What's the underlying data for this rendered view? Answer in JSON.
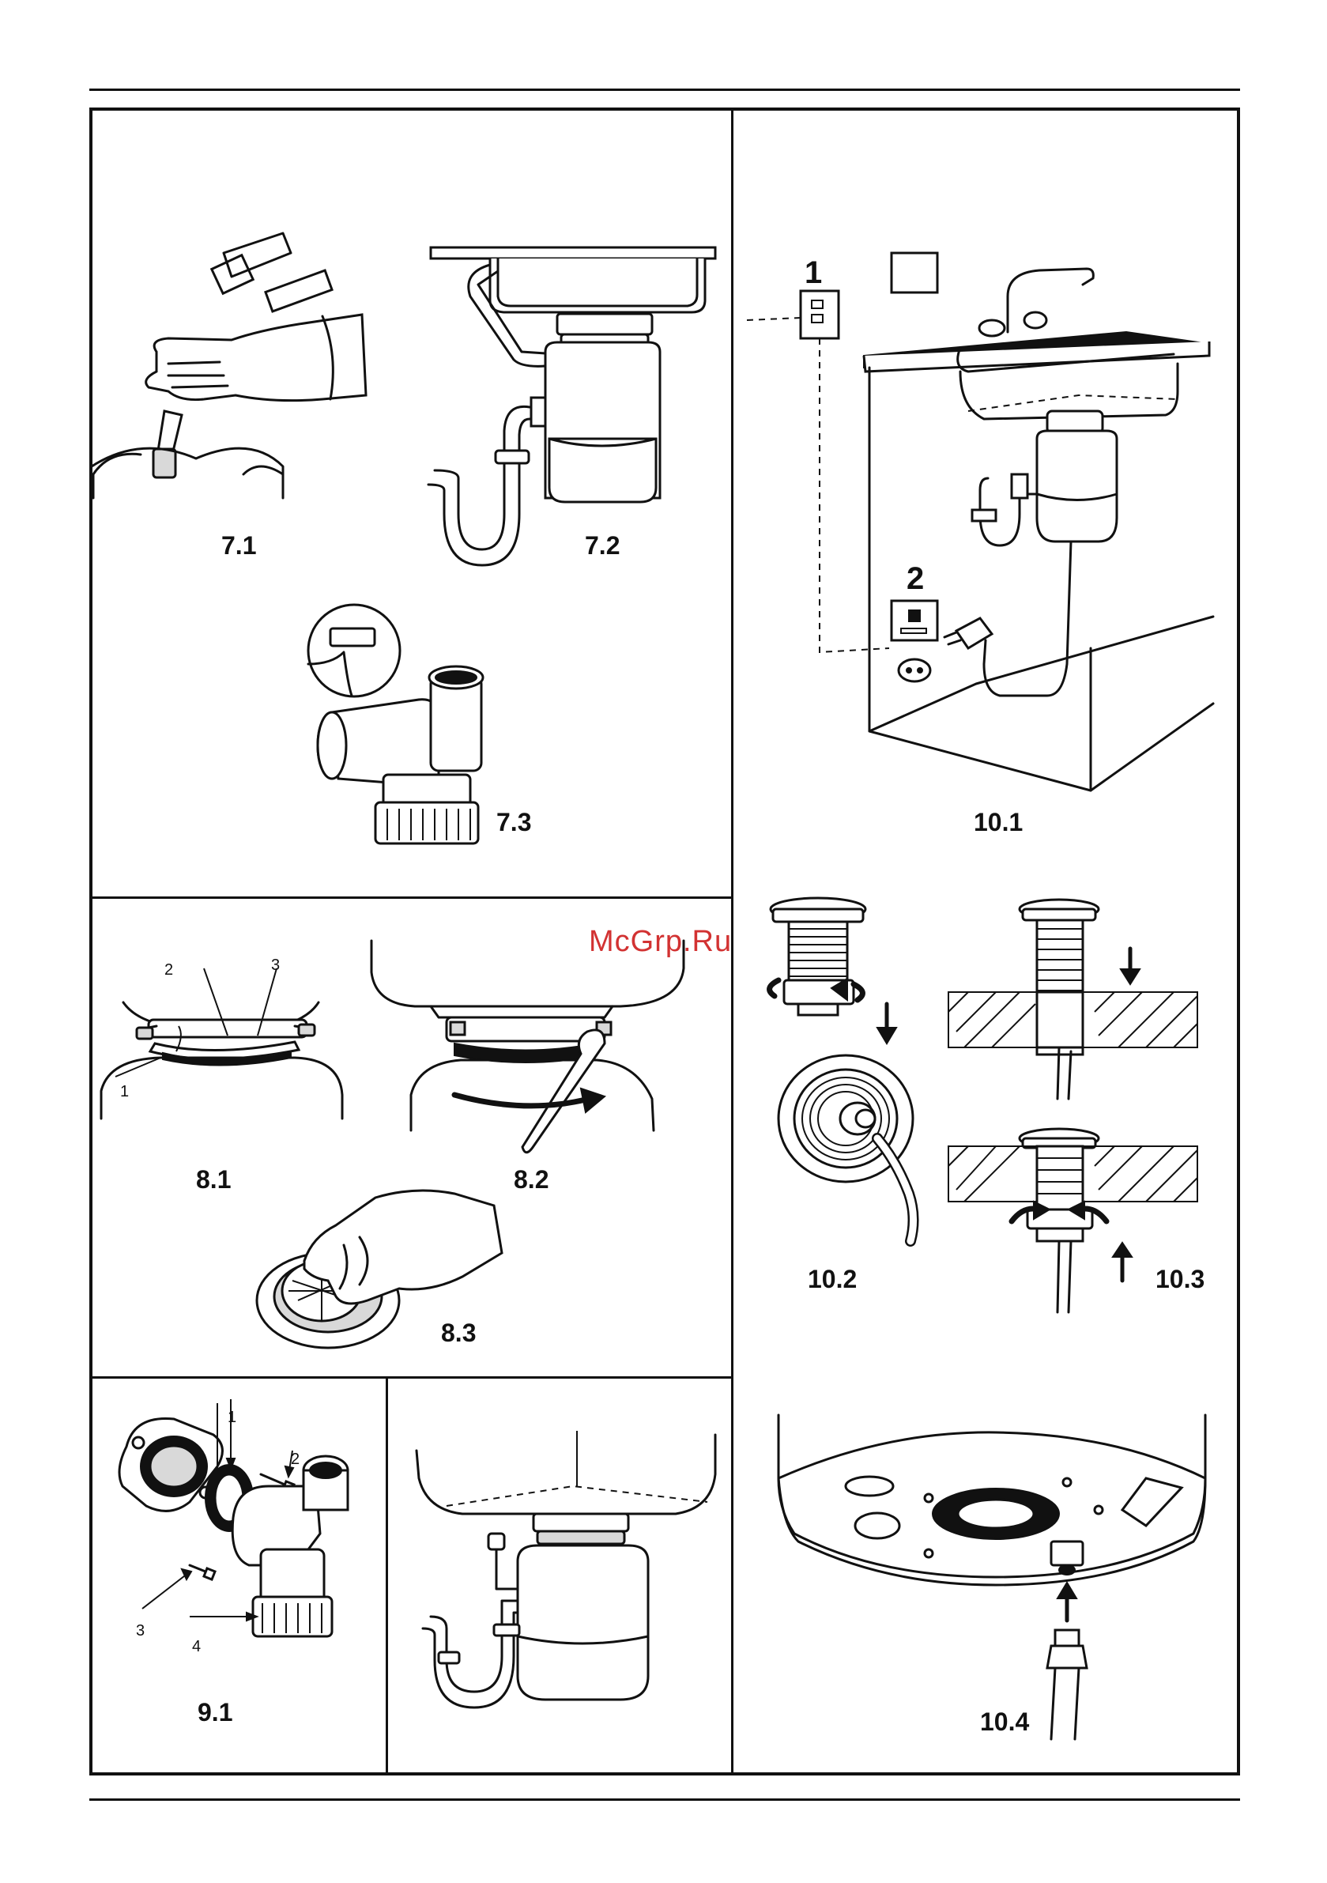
{
  "watermark": "McGrp.Ru",
  "figures": {
    "f7_1": "7.1",
    "f7_2": "7.2",
    "f7_3": "7.3",
    "f8_1": "8.1",
    "f8_2": "8.2",
    "f8_3": "8.3",
    "f9_1": "9.1",
    "f10_1": "10.1",
    "f10_2": "10.2",
    "f10_3": "10.3",
    "f10_4": "10.4"
  },
  "callouts": {
    "p10_1_one": "1",
    "p10_1_two": "2",
    "p8_1_one": "1",
    "p8_1_two": "2",
    "p8_1_three": "3",
    "p9_1_one": "1",
    "p9_1_two": "2",
    "p9_1_three": "3",
    "p9_1_four": "4"
  }
}
